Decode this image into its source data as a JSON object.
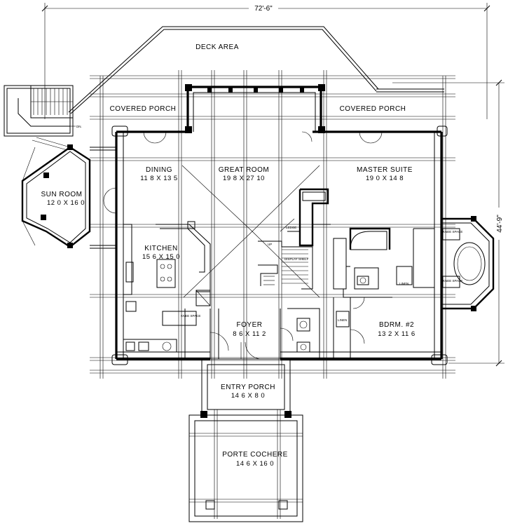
{
  "dimensions": {
    "overall_width": "72'-6\"",
    "overall_depth": "44'-9\""
  },
  "rooms": {
    "deck": {
      "name": "DECK AREA"
    },
    "covered_porch_left": {
      "name": "COVERED PORCH"
    },
    "covered_porch_right": {
      "name": "COVERED PORCH"
    },
    "dining": {
      "name": "DINING",
      "size": "11 8 X 13 5"
    },
    "great_room": {
      "name": "GREAT ROOM",
      "size": "19 8 X 27 10"
    },
    "master_suite": {
      "name": "MASTER SUITE",
      "size": "19 0 X 14 8"
    },
    "sun_room": {
      "name": "SUN ROOM",
      "size": "12 0 X 16 0"
    },
    "kitchen": {
      "name": "KITCHEN",
      "size": "15 6 X 15 0"
    },
    "foyer": {
      "name": "FOYER",
      "size": "8 6 X 11 2"
    },
    "bedroom2": {
      "name": "BDRM. #2",
      "size": "13 2 X 11 6"
    },
    "entry_porch": {
      "name": "ENTRY PORCH",
      "size": "14 6 X 8 0"
    },
    "porte_cochere": {
      "name": "PORTE COCHERE",
      "size": "14 6 X 16 0"
    }
  },
  "small_labels": {
    "linen_master": "LINEN",
    "linen_bdrm": "LINEN",
    "knee_space_top": "KNEE SPACE",
    "knee_space_bottom": "KNEE SPACE",
    "knee_space_kitchen": "KNEE SPACE",
    "display_shelf": "DISPLAY SHELF",
    "up": "UP",
    "dn": "DN.",
    "ledge": "LEDGE"
  }
}
